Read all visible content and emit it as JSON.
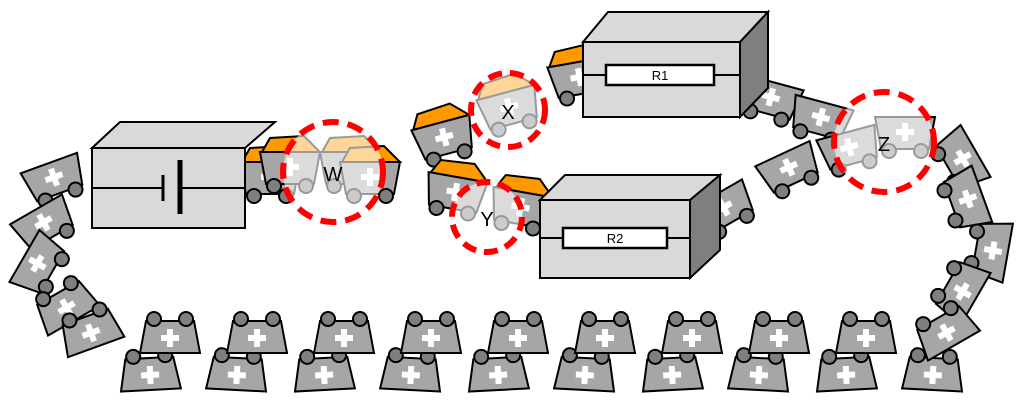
{
  "labels": {
    "w": "W",
    "x": "X",
    "y": "Y",
    "z": "Z",
    "r1": "R1",
    "r2": "R2"
  },
  "colors": {
    "cart": "#a6a6a6",
    "load": "#ff9900",
    "box": "#d9d9d9",
    "box_side": "#7f7f7f",
    "marker": "#ff0000",
    "marker_fill": "#ffffff"
  },
  "icons": {
    "battery": "battery-symbol-icon",
    "cart": "cart-icon"
  }
}
